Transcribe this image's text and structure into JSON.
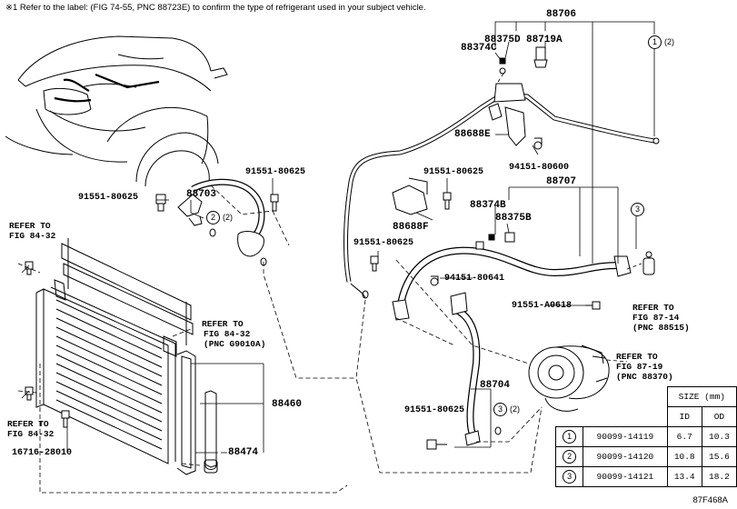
{
  "note": "※1 Refer to the label: (FIG 74-55, PNC 88723E) to confirm the type of refrigerant used in your subject vehicle.",
  "figure_code": "87F468A",
  "part_labels": {
    "p88706": "88706",
    "p88375D": "88375D",
    "p88719A": "88719A",
    "p88374C": "88374C",
    "p88688E": "88688E",
    "p94151_80600": "94151-80600",
    "p91551_80625_a": "91551-80625",
    "p91551_80625_b": "91551-80625",
    "p91551_80625_c": "91551-80625",
    "p91551_80625_d": "91551-80625",
    "p91551_80625_e": "91551-80625",
    "p88703": "88703",
    "p88707": "88707",
    "p88374B": "88374B",
    "p88375B": "88375B",
    "p88688F": "88688F",
    "p94151_80641": "94151-80641",
    "p91551_A0618": "91551-A0618",
    "p88460": "88460",
    "p88474": "88474",
    "p88704": "88704",
    "p16716_28010": "16716-28010"
  },
  "refs": {
    "r1": [
      "REFER TO",
      "FIG 84-32"
    ],
    "r2": [
      "REFER TO",
      "FIG 84-32",
      "(PNC G9010A)"
    ],
    "r3": [
      "REFER TO",
      "FIG 84-32"
    ],
    "r4": [
      "REFER TO",
      "FIG 87-14",
      "(PNC 88515)"
    ],
    "r5": [
      "REFER TO",
      "FIG 87-19",
      "(PNC 88370)"
    ]
  },
  "callouts": {
    "c1": {
      "num": "1",
      "qty": "(2)"
    },
    "c2": {
      "num": "2",
      "qty": "(2)"
    },
    "c3": {
      "num": "3"
    },
    "c4": {
      "num": "3",
      "qty": "(2)"
    }
  },
  "size_table": {
    "header": "SIZE (mm)",
    "col_id": "ID",
    "col_od": "OD",
    "rows": [
      {
        "num": "1",
        "part": "90099-14119",
        "id": "6.7",
        "od": "10.3"
      },
      {
        "num": "2",
        "part": "90099-14120",
        "id": "10.8",
        "od": "15.6"
      },
      {
        "num": "3",
        "part": "90099-14121",
        "id": "13.4",
        "od": "18.2"
      }
    ]
  }
}
